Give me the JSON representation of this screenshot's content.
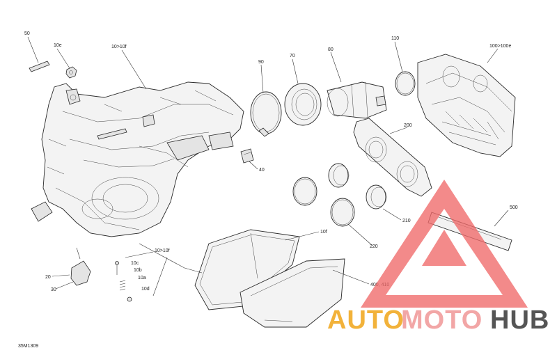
{
  "diagram": {
    "figure_code": "35M1309",
    "callouts": {
      "c50": "50",
      "c10e": "10e",
      "c10_10f_top": "10>10f",
      "c90": "90",
      "c70": "70",
      "c80": "80",
      "c110": "110",
      "c100": "100>100e",
      "c200": "200",
      "c40": "40",
      "c20": "20",
      "c30": "30",
      "c10_10f_bottom": "10>10f",
      "c10c": "10c",
      "c10b": "10b",
      "c10a": "10a",
      "c10d": "10d",
      "c10f": "10f",
      "c400": "400, 410",
      "c210": "210",
      "c220": "220",
      "c500": "500"
    }
  },
  "watermark": {
    "auto": "AUTO",
    "moto": "MOTO",
    "hub": "HUB",
    "colors": {
      "triangle": "#f06a6a",
      "auto": "#f2b23a",
      "moto": "#f2a6a6",
      "hub": "#555555"
    }
  }
}
